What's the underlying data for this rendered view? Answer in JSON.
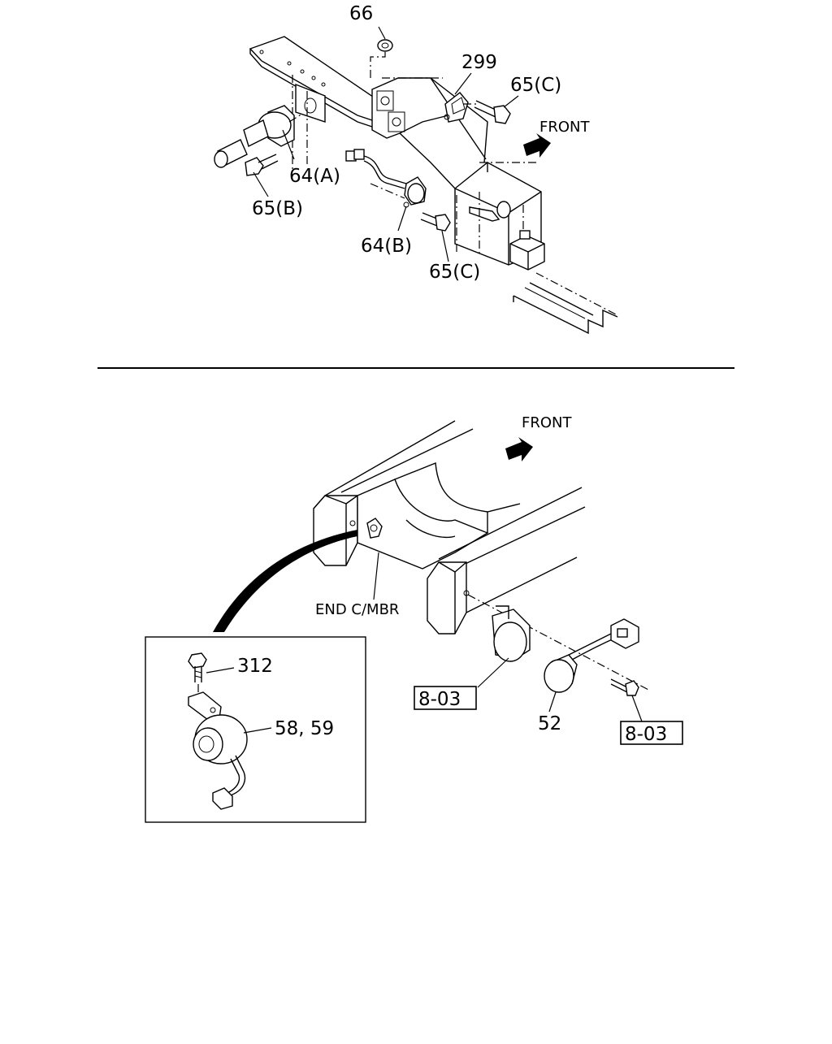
{
  "upper_view": {
    "direction_label": "FRONT",
    "callouts": {
      "nut": "66",
      "bracket": "299",
      "bolt_c_upper": "65(C)",
      "sensor_a": "64(A)",
      "bolt_b": "65(B)",
      "sensor_b": "64(B)",
      "bolt_c_lower": "65(C)"
    }
  },
  "lower_view": {
    "direction_label": "FRONT",
    "member_label": "END C/MBR",
    "callouts": {
      "ref_left": "8-03",
      "sensor": "52",
      "ref_right": "8-03"
    },
    "detail_inset": {
      "bolt": "312",
      "sensor": "58, 59"
    }
  }
}
